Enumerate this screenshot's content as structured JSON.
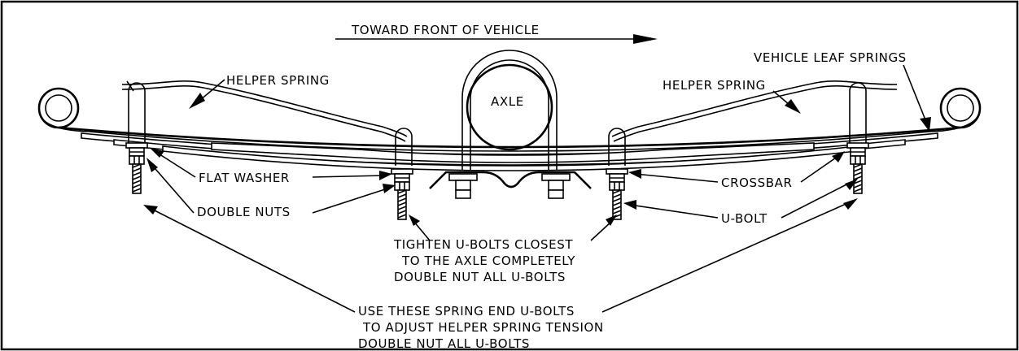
{
  "diagram": {
    "title": "TOWARD FRONT OF VEHICLE",
    "labels": {
      "axle": "AXLE",
      "helper_spring_left": "HELPER SPRING",
      "helper_spring_right": "HELPER SPRING",
      "vehicle_leaf_springs": "VEHICLE LEAF SPRINGS",
      "flat_washer": "FLAT WASHER",
      "double_nuts": "DOUBLE NUTS",
      "crossbar": "CROSSBAR",
      "u_bolt": "U-BOLT"
    },
    "note_center": [
      "TIGHTEN U-BOLTS CLOSEST",
      "TO THE AXLE COMPLETELY",
      "DOUBLE NUT ALL U-BOLTS"
    ],
    "note_bottom": [
      "USE THESE SPRING END U-BOLTS",
      "TO ADJUST HELPER SPRING TENSION",
      "DOUBLE NUT ALL U-BOLTS"
    ]
  }
}
